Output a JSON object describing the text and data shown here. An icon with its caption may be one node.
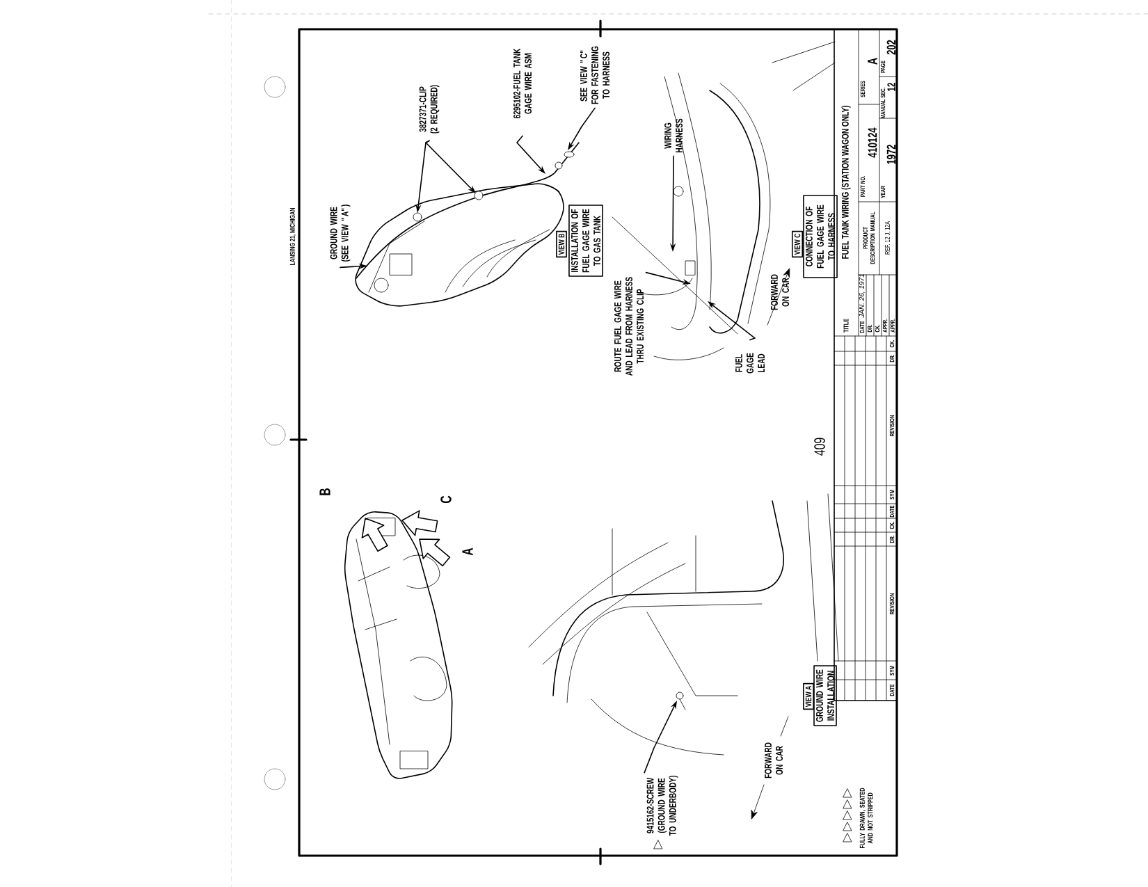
{
  "diagram": {
    "nodes": [
      {
        "text": [
          "GROUND WIRE (SEE VIEW \"A\")"
        ]
      },
      {
        "text": [
          "3827371-CLIP (2 REQUIRED)"
        ]
      },
      {
        "text": [
          "6295102-FUEL TANK GAGE WIRE ASM"
        ]
      },
      {
        "text": [
          "SEE VIEW \"C\" FOR FASTENING TO HARNESS"
        ]
      },
      {
        "text": [
          "VIEW B"
        ]
      },
      {
        "text": [
          "INSTALLATION OF FUEL GAGE WIRE TO GAS TANK"
        ]
      },
      {
        "text": [
          "WIRING HARNESS"
        ]
      },
      {
        "text": [
          "ROUTE FUEL GAGE WIRE AND LEAD FROM HARNESS THRU EXISTING CLIP"
        ]
      },
      {
        "text": [
          "FUEL GAGE LEAD"
        ]
      },
      {
        "text": [
          "VIEW C"
        ]
      },
      {
        "text": [
          "CONNECTION OF FUEL GAGE WIRE TO HARNESS"
        ]
      },
      {
        "text": [
          "VIEW A"
        ]
      },
      {
        "text": [
          "GROUND WIRE INSTALLATION"
        ]
      },
      {
        "text": [
          "9415162-SCREW (GROUND WIRE TO UNDERBODY)"
        ]
      }
    ],
    "edges": [
      {
        "from": 0,
        "to": null,
        "arrow": "to"
      },
      {
        "from": 1,
        "to": null,
        "arrow": "to"
      },
      {
        "from": 1,
        "to": null,
        "arrow": "to"
      },
      {
        "from": 2,
        "to": null,
        "arrow": "to"
      },
      {
        "from": 3,
        "to": null,
        "arrow": "to"
      },
      {
        "from": 6,
        "to": null,
        "arrow": "to"
      },
      {
        "from": 7,
        "to": null,
        "arrow": "to"
      },
      {
        "from": 8,
        "to": null,
        "arrow": "to"
      },
      {
        "from": 13,
        "to": null,
        "arrow": "to"
      }
    ],
    "labels": [
      "LANSING 21, MICHIGAN",
      "B",
      "C",
      "A",
      "FORWARD ON CAR",
      "FORWARD ON CAR",
      "409",
      "FULLY DRAWN, SEATED AND NOT STRIPPED",
      "TITLE",
      "FUEL TANK WIRING (STATION WAGON ONLY)",
      "DATE",
      "JAN. 26, 1971",
      "DR.",
      "CK.",
      "APPR.",
      "APPR.",
      "PRODUCT DESCRIPTION MANUAL",
      "REF. 12 J, 12A",
      "PART NO.",
      "410124",
      "SERIES",
      "A",
      "YEAR",
      "1972",
      "MANUAL SEC.",
      "12",
      "PAGE",
      "202",
      "DATE",
      "SYM",
      "REVISION",
      "DR.",
      "CK.",
      "DATE",
      "SYM",
      "REVISION",
      "DR.",
      "CK."
    ]
  }
}
